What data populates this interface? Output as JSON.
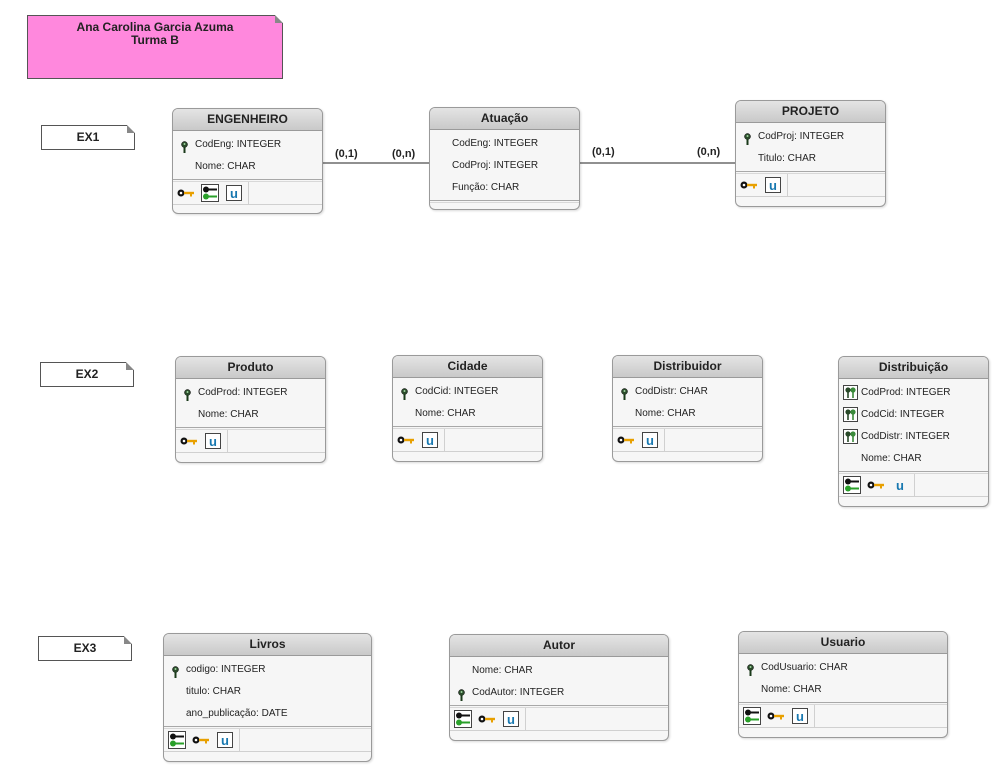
{
  "note": {
    "line1": "Ana Carolina Garcia Azuma",
    "line2": "Turma B",
    "color": "#ff88dd"
  },
  "labels": {
    "ex1": "EX1",
    "ex2": "EX2",
    "ex3": "EX3"
  },
  "entities": {
    "engenheiro": {
      "title": "ENGENHEIRO",
      "attrs": [
        {
          "text": "CodEng: INTEGER",
          "key": "pk"
        },
        {
          "text": "Nome: CHAR",
          "key": ""
        }
      ]
    },
    "atuacao": {
      "title": "Atuação",
      "attrs": [
        {
          "text": "CodEng: INTEGER",
          "key": ""
        },
        {
          "text": "CodProj: INTEGER",
          "key": ""
        },
        {
          "text": "Função: CHAR",
          "key": ""
        }
      ]
    },
    "projeto": {
      "title": "PROJETO",
      "attrs": [
        {
          "text": "CodProj: INTEGER",
          "key": "pk"
        },
        {
          "text": "Titulo: CHAR",
          "key": ""
        }
      ]
    },
    "produto": {
      "title": "Produto",
      "attrs": [
        {
          "text": "CodProd: INTEGER",
          "key": "pk"
        },
        {
          "text": "Nome: CHAR",
          "key": ""
        }
      ]
    },
    "cidade": {
      "title": "Cidade",
      "attrs": [
        {
          "text": "CodCid: INTEGER",
          "key": "pk"
        },
        {
          "text": "Nome: CHAR",
          "key": ""
        }
      ]
    },
    "distribuidor": {
      "title": "Distribuidor",
      "attrs": [
        {
          "text": "CodDistr: CHAR",
          "key": "pk"
        },
        {
          "text": "Nome: CHAR",
          "key": ""
        }
      ]
    },
    "distribuicao": {
      "title": "Distribuição",
      "attrs": [
        {
          "text": "CodProd: INTEGER",
          "key": "pfk"
        },
        {
          "text": "CodCid: INTEGER",
          "key": "pfk"
        },
        {
          "text": "CodDistr: INTEGER",
          "key": "pfk"
        },
        {
          "text": "Nome: CHAR",
          "key": ""
        }
      ]
    },
    "livros": {
      "title": "Livros",
      "attrs": [
        {
          "text": "codigo: INTEGER",
          "key": "pk"
        },
        {
          "text": "titulo: CHAR",
          "key": ""
        },
        {
          "text": "ano_publicação: DATE",
          "key": ""
        }
      ]
    },
    "autor": {
      "title": "Autor",
      "attrs": [
        {
          "text": "Nome: CHAR",
          "key": ""
        },
        {
          "text": "CodAutor: INTEGER",
          "key": "pk"
        }
      ]
    },
    "usuario": {
      "title": "Usuario",
      "attrs": [
        {
          "text": "CodUsuario: CHAR",
          "key": "pk"
        },
        {
          "text": "Nome: CHAR",
          "key": ""
        }
      ]
    }
  },
  "relationships": [
    {
      "from": "ENGENHEIRO",
      "to": "Atuação",
      "card_from": "(0,1)",
      "card_to": "(0,n)"
    },
    {
      "from": "Atuação",
      "to": "PROJETO",
      "card_from": "(0,1)",
      "card_to": "(0,n)"
    }
  ],
  "icons": {
    "primary_key": "key-icon",
    "foreign_key": "foreign-key-icon",
    "unique": "unique-icon",
    "index": "index-icon"
  }
}
